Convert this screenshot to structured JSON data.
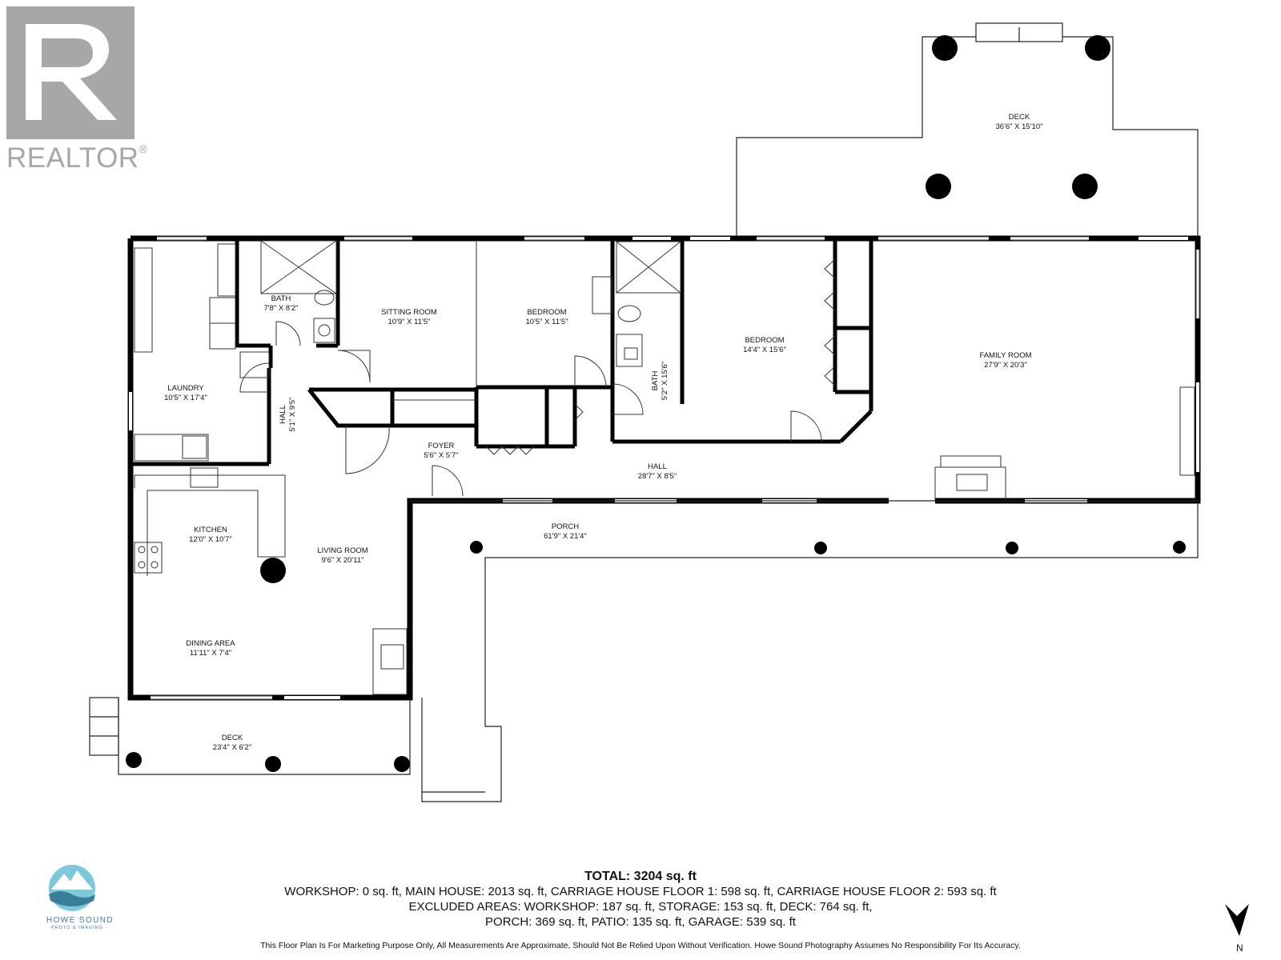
{
  "logo": {
    "text": "REALTOR",
    "mark": "®"
  },
  "rooms": {
    "deck_top": {
      "name": "DECK",
      "size": "36'6\" X 15'10\""
    },
    "bath1": {
      "name": "BATH",
      "size": "7'8\" X 8'2\""
    },
    "sitting": {
      "name": "SITTING ROOM",
      "size": "10'9\" X 11'5\""
    },
    "bedroom1": {
      "name": "BEDROOM",
      "size": "10'5\" X 11'5\""
    },
    "bedroom2": {
      "name": "BEDROOM",
      "size": "14'4\" X 15'6\""
    },
    "bath2": {
      "name": "BATH",
      "size": "5'2\" X 15'6\""
    },
    "family": {
      "name": "FAMILY ROOM",
      "size": "27'9\" X 20'3\""
    },
    "laundry": {
      "name": "LAUNDRY",
      "size": "10'5\" X 17'4\""
    },
    "hall_v": {
      "name": "HALL",
      "size": "5'1\" X 9'5\""
    },
    "foyer": {
      "name": "FOYER",
      "size": "5'6\" X 5'7\""
    },
    "hall_main": {
      "name": "HALL",
      "size": "28'7\" X 8'5\""
    },
    "kitchen": {
      "name": "KITCHEN",
      "size": "12'0\" X 10'7\""
    },
    "living": {
      "name": "LIVING ROOM",
      "size": "9'6\" X 20'11\""
    },
    "porch": {
      "name": "PORCH",
      "size": "61'9\" X 21'4\""
    },
    "dining": {
      "name": "DINING AREA",
      "size": "11'11\" X 7'4\""
    },
    "deck_bottom": {
      "name": "DECK",
      "size": "23'4\" X 6'2\""
    }
  },
  "summary": {
    "total": "TOTAL: 3204 sq. ft",
    "line1": "WORKSHOP: 0 sq. ft, MAIN HOUSE: 2013 sq. ft, CARRIAGE HOUSE FLOOR 1: 598 sq. ft, CARRIAGE HOUSE FLOOR 2: 593 sq. ft",
    "line2": "EXCLUDED AREAS: WORKSHOP: 187 sq. ft, STORAGE: 153 sq. ft, DECK: 764 sq. ft,",
    "line3": "PORCH: 369 sq. ft, PATIO: 135 sq. ft, GARAGE: 539 sq. ft"
  },
  "disclaimer": "This Floor Plan Is For Marketing Purpose Only, All Measurements Are Approximate, Should Not Be Relied Upon Without Verification. Howe Sound Photography Assumes No Responsibility For Its Accuracy.",
  "brand": {
    "name": "HOWE SOUND",
    "sub": "PHOTO & IMAGING",
    "color": "#3a7f9a"
  },
  "north_label": "N",
  "icons": [
    "realtor-logo-icon",
    "howe-sound-logo-icon",
    "north-arrow-icon",
    "column-post-icon"
  ]
}
